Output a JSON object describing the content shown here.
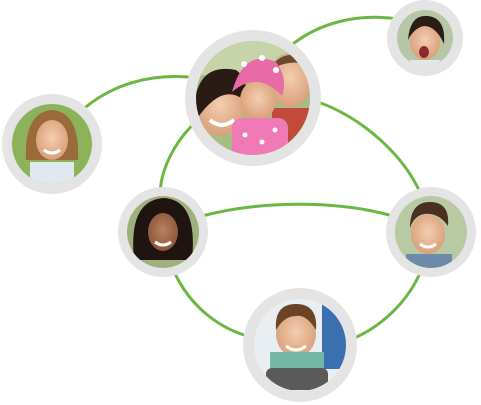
{
  "network": {
    "line_color": "#6ab743",
    "ring_color": "#e4e4e4",
    "nodes": [
      {
        "id": "family",
        "icon": "family-photo"
      },
      {
        "id": "girl",
        "icon": "girl-photo"
      },
      {
        "id": "grandmother",
        "icon": "woman-photo"
      },
      {
        "id": "mother",
        "icon": "woman-photo"
      },
      {
        "id": "boy",
        "icon": "boy-photo"
      },
      {
        "id": "toddler",
        "icon": "toddler-photo"
      }
    ]
  }
}
